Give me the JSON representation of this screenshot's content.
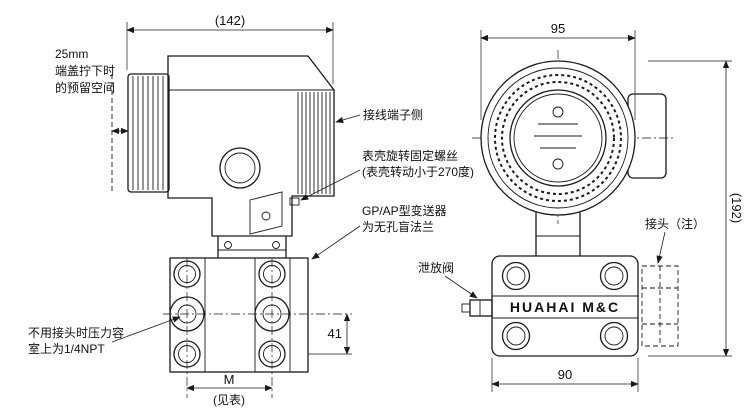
{
  "drawing": {
    "type": "pressure-transmitter-dimension-drawing",
    "line_color": "#1a1a1a",
    "background": "#ffffff"
  },
  "left_view": {
    "dim_width": "(142)",
    "dim_port_to_base": "41",
    "dim_bolt_spacing": "M",
    "dim_bolt_spacing_note": "(见表)",
    "clearance_note": [
      "25mm",
      "端盖拧下时",
      "的预留空间"
    ],
    "labels": {
      "terminal_side": "接线端子侧",
      "rotation_screw_1": "表壳旋转固定螺丝",
      "rotation_screw_2": "(表壳转动小于270度)",
      "blind_flange_1": "GP/AP型变送器",
      "blind_flange_2": "为无孔盲法兰",
      "npt_note_1": "不用接头时压力容",
      "npt_note_2": "室上为1/4NPT"
    }
  },
  "right_view": {
    "dim_width_top": "95",
    "dim_height": "(192)",
    "dim_width_bottom": "90",
    "brand": "HUAHAI M&C",
    "labels": {
      "drain_valve": "泄放阀",
      "connector_note": "接头（注）"
    }
  }
}
